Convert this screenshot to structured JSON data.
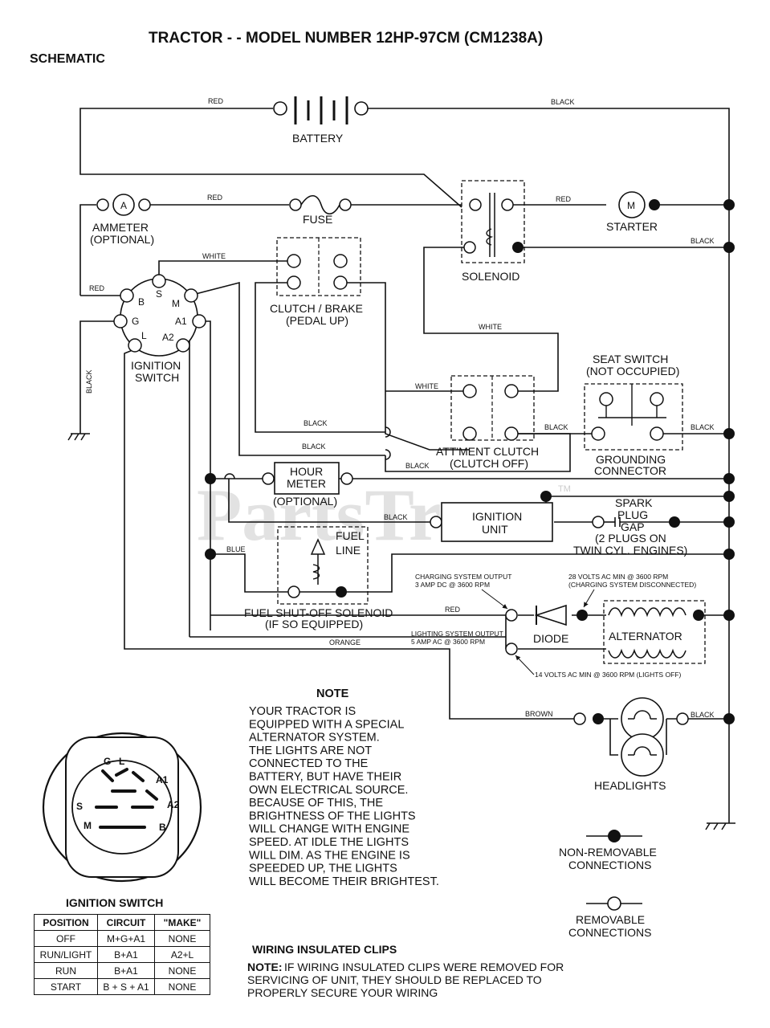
{
  "title": "TRACTOR - - MODEL NUMBER 12HP-97CM (CM1238A)",
  "subtitle": "SCHEMATIC",
  "watermark": "PartsTree",
  "trademark": "TM",
  "components": {
    "battery": "BATTERY",
    "ammeter": [
      "AMMETER",
      "(OPTIONAL)"
    ],
    "ammeter_symbol": "A",
    "fuse": "FUSE",
    "solenoid": "SOLENOID",
    "starter": "STARTER",
    "starter_symbol": "M",
    "clutch_brake": [
      "CLUTCH / BRAKE",
      "(PEDAL UP)"
    ],
    "ignition_switch": [
      "IGNITION",
      "SWITCH"
    ],
    "seat_switch": [
      "SEAT SWITCH",
      "(NOT OCCUPIED)"
    ],
    "grounding_connector": [
      "GROUNDING",
      "CONNECTOR"
    ],
    "attachment_clutch": [
      "ATT'MENT CLUTCH",
      "(CLUTCH OFF)"
    ],
    "hour_meter": [
      "HOUR",
      "METER",
      "(OPTIONAL)"
    ],
    "ignition_unit": [
      "IGNITION",
      "UNIT"
    ],
    "spark_plug": [
      "SPARK",
      "PLUG",
      "GAP",
      "(2 PLUGS ON",
      "TWIN CYL. ENGINES)"
    ],
    "fuel_line": [
      "FUEL",
      "LINE"
    ],
    "fuel_solenoid": [
      "FUEL SHUT-OFF SOLENOID",
      "(IF SO EQUIPPED)"
    ],
    "diode": "DIODE",
    "alternator": "ALTERNATOR",
    "headlights": "HEADLIGHTS"
  },
  "switch_pins": [
    "S",
    "M",
    "B",
    "A1",
    "G",
    "L",
    "A2"
  ],
  "wire_colors": {
    "red": "RED",
    "black": "BLACK",
    "white": "WHITE",
    "blue": "BLUE",
    "orange": "ORANGE",
    "brown": "BROWN"
  },
  "annotations": {
    "charging_output": [
      "CHARGING SYSTEM OUTPUT",
      "3 AMP DC @ 3600 RPM"
    ],
    "alt_voltage": [
      "28 VOLTS AC MIN @ 3600 RPM",
      "(CHARGING SYSTEM DISCONNECTED)"
    ],
    "lighting_output": [
      "LIGHTING SYSTEM OUTPUT",
      "5 AMP AC @ 3600 RPM"
    ],
    "lights_voltage": "14 VOLTS AC MIN @ 3600 RPM (LIGHTS OFF)"
  },
  "note": {
    "heading": "NOTE",
    "lines": [
      "YOUR TRACTOR IS",
      "EQUIPPED WITH A SPECIAL",
      "ALTERNATOR SYSTEM.",
      "THE LIGHTS ARE NOT",
      "CONNECTED TO THE",
      "BATTERY, BUT HAVE THEIR",
      "OWN ELECTRICAL SOURCE.",
      "BECAUSE OF THIS, THE",
      "BRIGHTNESS OF THE LIGHTS",
      "WILL CHANGE WITH ENGINE",
      "SPEED.  AT IDLE THE LIGHTS",
      "WILL DIM.  AS THE ENGINE IS",
      "SPEEDED UP, THE LIGHTS",
      "WILL BECOME THEIR BRIGHTEST."
    ]
  },
  "legend": {
    "non_removable": [
      "NON-REMOVABLE",
      "CONNECTIONS"
    ],
    "removable": [
      "REMOVABLE",
      "CONNECTIONS"
    ]
  },
  "clips": {
    "heading": "WIRING INSULATED CLIPS",
    "note_label": "NOTE:",
    "lines": [
      "IF WIRING INSULATED CLIPS WERE REMOVED FOR",
      "SERVICING OF UNIT, THEY SHOULD BE REPLACED TO",
      "PROPERLY SECURE YOUR WIRING"
    ]
  },
  "switch_face": {
    "title": "IGNITION SWITCH",
    "letters": [
      "G",
      "L",
      "A1",
      "S",
      "A2",
      "M",
      "B"
    ]
  },
  "switch_table": {
    "headers": [
      "POSITION",
      "CIRCUIT",
      "\"MAKE\""
    ],
    "rows": [
      [
        "OFF",
        "M+G+A1",
        "NONE"
      ],
      [
        "RUN/LIGHT",
        "B+A1",
        "A2+L"
      ],
      [
        "RUN",
        "B+A1",
        "NONE"
      ],
      [
        "START",
        "B + S + A1",
        "NONE"
      ]
    ]
  }
}
